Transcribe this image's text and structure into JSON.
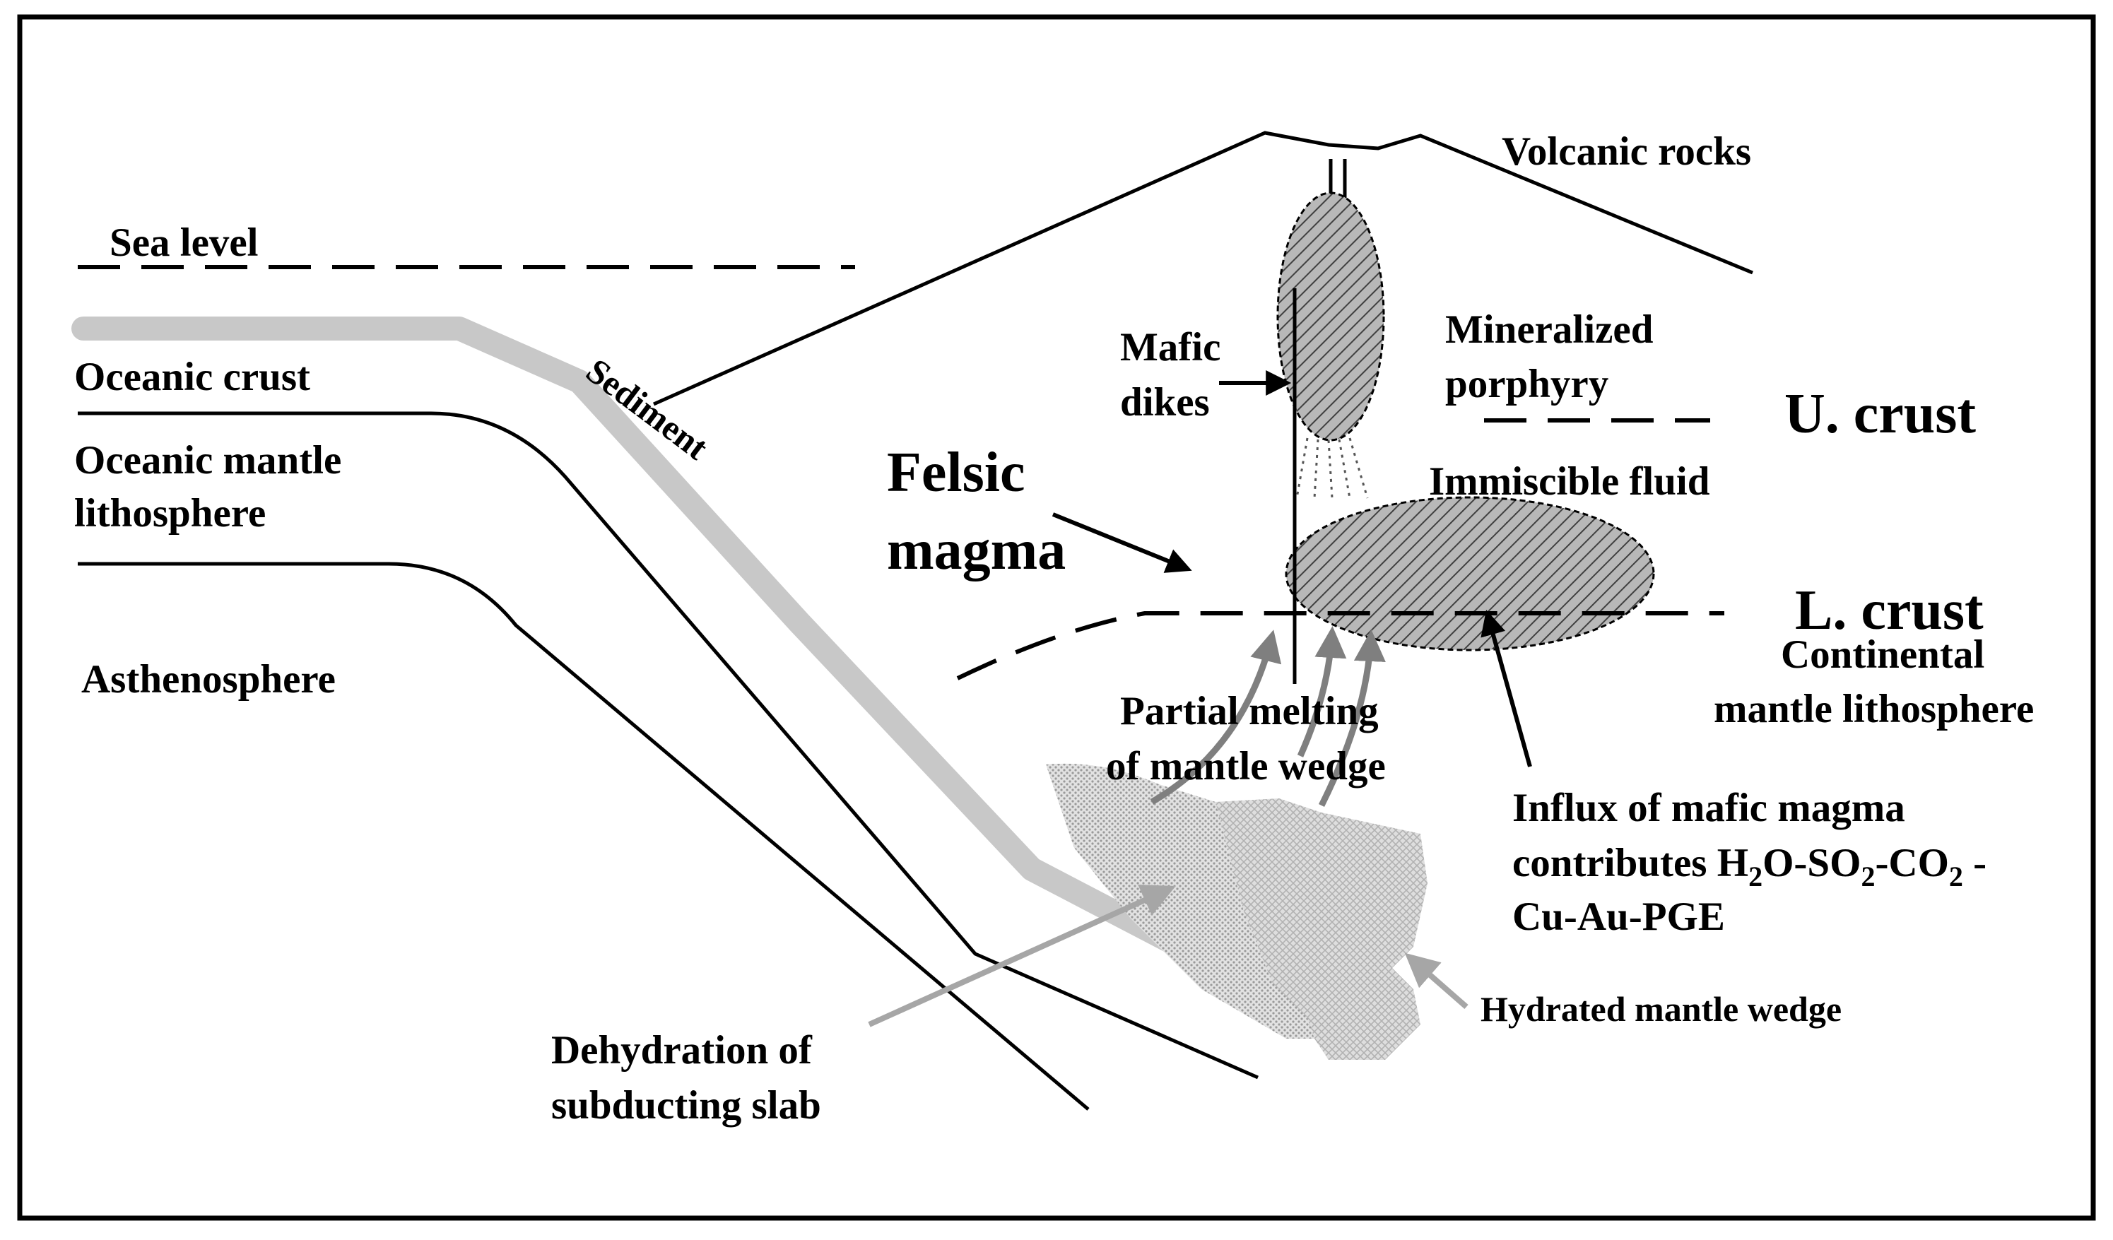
{
  "diagram": {
    "labels": {
      "sea_level": "Sea level",
      "oceanic_crust": "Oceanic crust",
      "oceanic_mantle_1": "Oceanic mantle",
      "oceanic_mantle_2": "lithosphere",
      "asthenosphere": "Asthenosphere",
      "sediment": "Sediment",
      "volcanic_rocks": "Volcanic rocks",
      "mineralized_1": "Mineralized",
      "mineralized_2": "porphyry",
      "mafic_dikes_1": "Mafic",
      "mafic_dikes_2": "dikes",
      "felsic_1": "Felsic",
      "felsic_2": "magma",
      "immiscible_fluid": "Immiscible fluid",
      "upper_crust": "U. crust",
      "lower_crust": "L. crust",
      "cont_mantle_1": "Continental",
      "cont_mantle_2": "mantle lithosphere",
      "partial_melting_1": "Partial melting",
      "partial_melting_2": "of mantle wedge",
      "influx_1": "Influx of mafic magma",
      "influx_2_a": "contributes H",
      "influx_2_sub1": "2",
      "influx_2_b": "O-SO",
      "influx_2_sub2": "2",
      "influx_2_c": "-CO",
      "influx_2_sub3": "2",
      "influx_2_d": " -",
      "influx_3": "Cu-Au-PGE",
      "hydrated_wedge": "Hydrated mantle wedge",
      "dehydration_1": "Dehydration of",
      "dehydration_2": "subducting slab"
    },
    "colors": {
      "line": "#000000",
      "slab_sediment": "#c8c8c8",
      "wedge_fill": "#d9d9d9",
      "gray_arrow": "#a6a6a6",
      "melt_arrow": "#7f7f7f",
      "magma_fill": "#b0b0b0"
    }
  }
}
